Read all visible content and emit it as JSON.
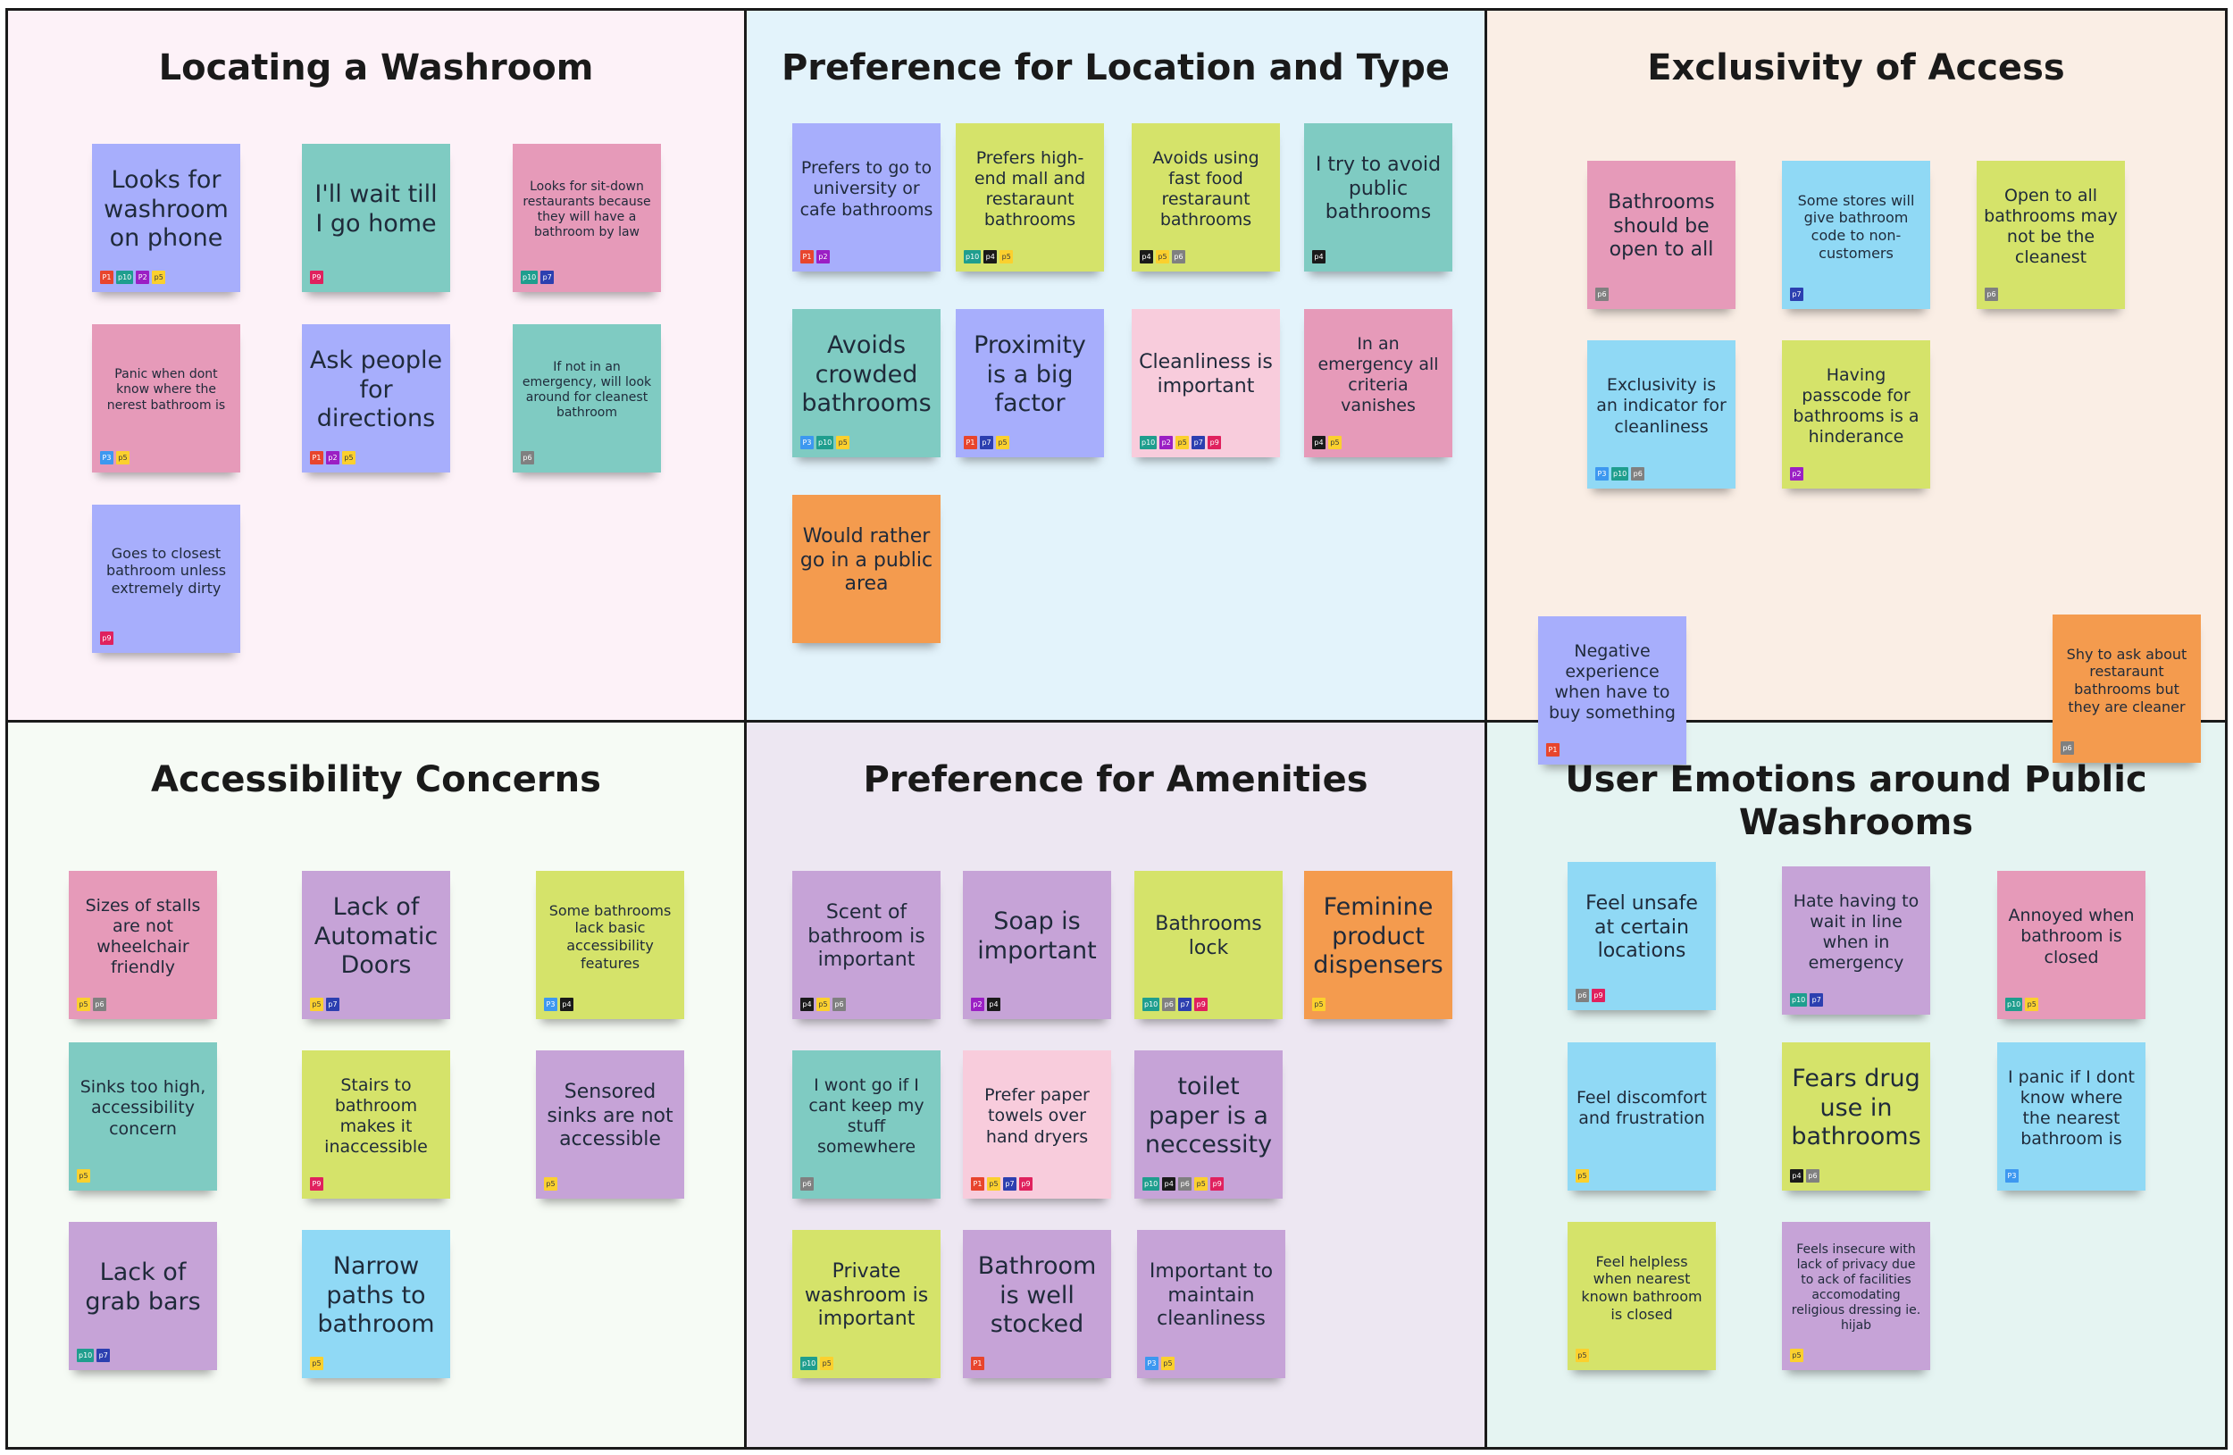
{
  "colors": {
    "blue": "#a7aefc",
    "teal": "#7fcbc2",
    "pink": "#e69ab9",
    "lime": "#d5e36a",
    "orange": "#f49b4e",
    "cyan": "#90d9f5",
    "purple": "#c6a3d7",
    "lightpink": "#f8ccdc",
    "tag_P1": "#e8452d",
    "tag_p1": "#e8452d",
    "tag_P2": "#9b1fc4",
    "tag_p2": "#9b1fc4",
    "tag_P3": "#3d98f0",
    "tag_p3": "#3d98f0",
    "tag_p4": "#1a1a1a",
    "tag_p5": "#fbd02e",
    "tag_p6": "#808080",
    "tag_p7": "#2c3fb0",
    "tag_P9": "#e0215e",
    "tag_p9": "#e0215e",
    "tag_p10": "#1f9e8e"
  },
  "quadrants": [
    {
      "title": "Locating a Washroom",
      "notes": [
        {
          "text": "Looks for washroom on phone",
          "color": "blue",
          "tags": [
            "P1",
            "p10",
            "P2",
            "p5"
          ]
        },
        {
          "text": "I'll wait till I go home",
          "color": "teal",
          "tags": [
            "P9"
          ]
        },
        {
          "text": "Looks for sit-down restaurants because they will have a bathroom by law",
          "color": "pink",
          "tags": [
            "p10",
            "p7"
          ]
        },
        {
          "text": "Panic when dont know where the nerest bathroom is",
          "color": "pink",
          "tags": [
            "P3",
            "p5"
          ]
        },
        {
          "text": "Ask people for directions",
          "color": "blue",
          "tags": [
            "P1",
            "p2",
            "p5"
          ]
        },
        {
          "text": "If not in an emergency, will look around for cleanest bathroom",
          "color": "teal",
          "tags": [
            "p6"
          ]
        },
        {
          "text": "Goes to closest bathroom unless extremely dirty",
          "color": "blue",
          "tags": [
            "p9"
          ]
        }
      ]
    },
    {
      "title": "Preference for Location and Type",
      "notes": [
        {
          "text": "Prefers to go to university or cafe bathrooms",
          "color": "blue",
          "tags": [
            "P1",
            "p2"
          ]
        },
        {
          "text": "Prefers high-end mall and restaraunt bathrooms",
          "color": "lime",
          "tags": [
            "p10",
            "p4",
            "p5"
          ]
        },
        {
          "text": "Avoids using fast food restaraunt bathrooms",
          "color": "lime",
          "tags": [
            "p4",
            "p5",
            "p6"
          ]
        },
        {
          "text": "I try to avoid public bathrooms",
          "color": "teal",
          "tags": [
            "p4"
          ]
        },
        {
          "text": "Avoids crowded bathrooms",
          "color": "teal",
          "tags": [
            "P3",
            "p10",
            "p5"
          ]
        },
        {
          "text": "Proximity is a big factor",
          "color": "blue",
          "tags": [
            "P1",
            "p7",
            "p5"
          ]
        },
        {
          "text": "Cleanliness is important",
          "color": "lightpink",
          "tags": [
            "p10",
            "p2",
            "p5",
            "p7",
            "p9"
          ]
        },
        {
          "text": "In an emergency all criteria vanishes",
          "color": "pink",
          "tags": [
            "p4",
            "p5"
          ]
        },
        {
          "text": "Would rather go in a public area",
          "color": "orange",
          "tags": []
        }
      ]
    },
    {
      "title": "Exclusivity of Access",
      "notes": [
        {
          "text": "Bathrooms should be open to all",
          "color": "pink",
          "tags": [
            "p6"
          ]
        },
        {
          "text": "Some stores will give bathroom code to non-customers",
          "color": "cyan",
          "tags": [
            "p7"
          ]
        },
        {
          "text": "Open to all bathrooms may not be the cleanest",
          "color": "lime",
          "tags": [
            "p6"
          ]
        },
        {
          "text": "Exclusivity is an indicator for cleanliness",
          "color": "cyan",
          "tags": [
            "P3",
            "p10",
            "p6"
          ]
        },
        {
          "text": "Having passcode for bathrooms is a hinderance",
          "color": "lime",
          "tags": [
            "p2"
          ]
        },
        {
          "text": "Negative experience when have to buy something",
          "color": "blue",
          "tags": [
            "P1"
          ]
        },
        {
          "text": "Shy to ask about restaraunt bathrooms but they are cleaner",
          "color": "orange",
          "tags": [
            "p6"
          ]
        }
      ]
    },
    {
      "title": "Accessibility Concerns",
      "notes": [
        {
          "text": "Sizes of stalls are not wheelchair friendly",
          "color": "pink",
          "tags": [
            "p5",
            "p6"
          ]
        },
        {
          "text": "Lack of Automatic Doors",
          "color": "purple",
          "tags": [
            "p5",
            "p7"
          ]
        },
        {
          "text": "Some bathrooms lack basic accessibility features",
          "color": "lime",
          "tags": [
            "P3",
            "p4"
          ]
        },
        {
          "text": "Sinks too high, accessibility concern",
          "color": "teal",
          "tags": [
            "p5"
          ]
        },
        {
          "text": "Stairs to bathroom makes it inaccessible",
          "color": "lime",
          "tags": [
            "P9"
          ]
        },
        {
          "text": "Sensored sinks are not accessible",
          "color": "purple",
          "tags": [
            "p5"
          ]
        },
        {
          "text": "Lack of grab bars",
          "color": "purple",
          "tags": [
            "p10",
            "p7"
          ]
        },
        {
          "text": "Narrow paths to bathroom",
          "color": "cyan",
          "tags": [
            "p5"
          ]
        }
      ]
    },
    {
      "title": "Preference for Amenities",
      "notes": [
        {
          "text": "Scent of bathroom is important",
          "color": "purple",
          "tags": [
            "p4",
            "p5",
            "p6"
          ]
        },
        {
          "text": "Soap is important",
          "color": "purple",
          "tags": [
            "p2",
            "p4"
          ]
        },
        {
          "text": "Bathrooms lock",
          "color": "lime",
          "tags": [
            "p10",
            "p6",
            "p7",
            "p9"
          ]
        },
        {
          "text": "Feminine product dispensers",
          "color": "orange",
          "tags": [
            "p5"
          ]
        },
        {
          "text": "I wont go if I cant keep my stuff somewhere",
          "color": "teal",
          "tags": [
            "p6"
          ]
        },
        {
          "text": "Prefer paper towels over hand dryers",
          "color": "lightpink",
          "tags": [
            "P1",
            "p5",
            "p7",
            "p9"
          ]
        },
        {
          "text": "toilet paper is a neccessity",
          "color": "purple",
          "tags": [
            "p10",
            "p4",
            "p6",
            "p5",
            "p9"
          ]
        },
        {
          "text": "Private washroom is important",
          "color": "lime",
          "tags": [
            "p10",
            "p5"
          ]
        },
        {
          "text": "Bathroom is well stocked",
          "color": "purple",
          "tags": [
            "P1"
          ]
        },
        {
          "text": "Important to maintain cleanliness",
          "color": "purple",
          "tags": [
            "P3",
            "p5"
          ]
        }
      ]
    },
    {
      "title": "User Emotions around Public Washrooms",
      "notes": [
        {
          "text": "Feel unsafe at certain locations",
          "color": "cyan",
          "tags": [
            "p6",
            "p9"
          ]
        },
        {
          "text": "Hate having to wait in line when in emergency",
          "color": "purple",
          "tags": [
            "p10",
            "p7"
          ]
        },
        {
          "text": "Annoyed when bathroom is closed",
          "color": "pink",
          "tags": [
            "p10",
            "p5"
          ]
        },
        {
          "text": "Feel discomfort and frustration",
          "color": "cyan",
          "tags": [
            "p5"
          ]
        },
        {
          "text": "Fears drug use in bathrooms",
          "color": "lime",
          "tags": [
            "p4",
            "p6"
          ]
        },
        {
          "text": "I panic if I dont know where the nearest bathroom is",
          "color": "cyan",
          "tags": [
            "P3"
          ]
        },
        {
          "text": "Feel helpless when nearest known bathroom is closed",
          "color": "lime",
          "tags": [
            "p5"
          ]
        },
        {
          "text": "Feels insecure with lack of privacy due to ack of facilities accomodating religious dressing ie. hijab",
          "color": "purple",
          "tags": [
            "p5"
          ]
        }
      ]
    }
  ]
}
